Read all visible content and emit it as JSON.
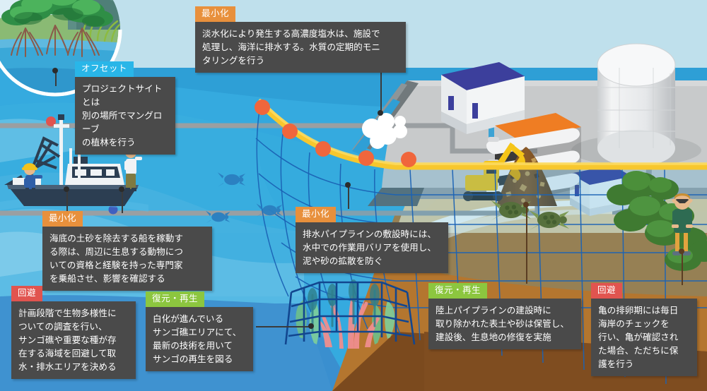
{
  "figure": {
    "title_alt": "海洋・沿岸開発プロジェクトにおける生物多様性配慮の模式図",
    "categories": {
      "avoid": "回避",
      "minimize": "最小化",
      "restore": "復元・再生",
      "offset": "オフセット"
    },
    "category_colors": {
      "avoid": "#e1544f",
      "minimize": "#e8903c",
      "restore": "#8cc63f",
      "offset": "#29b6e8"
    },
    "scene_colors": {
      "sky": "#bfe0ec",
      "sea_deep": "#2e9fd6",
      "sea_mid": "#35aadf",
      "sea_light": "#6ec6ea",
      "beach_sand": "#e8cf9e",
      "earth_brown": "#b4762f",
      "earth_dark": "#7b4a1e",
      "platform_gray": "#bdbdbd",
      "plant_orange": "#ef7d23",
      "barrier_yellow": "#f7c72e",
      "buoy_orange": "#f0663c",
      "net_blue": "#1b63b5",
      "box_gray": "#4a4a4a"
    }
  },
  "callouts": [
    {
      "id": "offset-mangrove",
      "category": "offset",
      "tag": "オフセット",
      "text": "プロジェクトサイトとは\n別の場所でマングローブ\nの植林を行う"
    },
    {
      "id": "minimize-brine",
      "category": "minimize",
      "tag": "最小化",
      "text": "淡水化により発生する高濃度塩水は、施設で\n処理し、海洋に排水する。水質の定期的モニ\nタリングを行う"
    },
    {
      "id": "minimize-dredging",
      "category": "minimize",
      "tag": "最小化",
      "text": "海底の土砂を除去する船を稼動す\nる際は、周辺に生息する動物につ\nいての資格と経験を持った専門家\nを乗船させ、影響を確認する"
    },
    {
      "id": "minimize-silt-barrier",
      "category": "minimize",
      "tag": "最小化",
      "text": "排水パイプラインの敷設時には、\n水中での作業用バリアを使用し、\n泥や砂の拡散を防ぐ"
    },
    {
      "id": "avoid-biodiversity-survey",
      "category": "avoid",
      "tag": "回避",
      "text": "計画段階で生物多様性に\nついての調査を行い、\nサンゴ礁や重要な種が存\n在する海域を回避して取\n水・排水エリアを決める"
    },
    {
      "id": "restore-coral",
      "category": "restore",
      "tag": "復元・再生",
      "text": "白化が進んでいる\nサンゴ礁エリアにて、\n最新の技術を用いて\nサンゴの再生を図る"
    },
    {
      "id": "restore-topsoil",
      "category": "restore",
      "tag": "復元・再生",
      "text": "陸上パイプラインの建設時に\n取り除かれた表土や砂は保管し、\n建設後、生息地の修復を実施"
    },
    {
      "id": "avoid-turtle-nesting",
      "category": "avoid",
      "tag": "回避",
      "text": "亀の排卵期には毎日\n海岸のチェックを\n行い、亀が確認され\nた場合、ただちに保\n護を行う"
    }
  ],
  "scene_elements": [
    {
      "id": "mangrove-inset",
      "label": "マングローブ林（円形インセット）"
    },
    {
      "id": "survey-vessel",
      "label": "調査船"
    },
    {
      "id": "vessel-worker",
      "label": "作業員"
    },
    {
      "id": "vessel-observer",
      "label": "観察員（単眼鏡）"
    },
    {
      "id": "silt-barrier",
      "label": "汚濁防止膜（シルトバリア）"
    },
    {
      "id": "barrier-buoys",
      "label": "フロート（ブイ）"
    },
    {
      "id": "coral-nursery",
      "label": "サンゴ再生フレーム"
    },
    {
      "id": "sea-turtles",
      "label": "ウミガメ"
    },
    {
      "id": "intake-pipe",
      "label": "取水パイプライン"
    },
    {
      "id": "outfall-pipe",
      "label": "排水パイプライン"
    },
    {
      "id": "desalination-plant",
      "label": "淡水化プラント"
    },
    {
      "id": "storage-tank",
      "label": "貯水タンク"
    },
    {
      "id": "site-buildings",
      "label": "施設建屋"
    },
    {
      "id": "excavator",
      "label": "油圧ショベル"
    },
    {
      "id": "soil-stockpile",
      "label": "表土・土砂の仮置き"
    },
    {
      "id": "beach-observer",
      "label": "双眼鏡で観察する人"
    },
    {
      "id": "coastal-vegetation",
      "label": "海岸植生"
    }
  ]
}
